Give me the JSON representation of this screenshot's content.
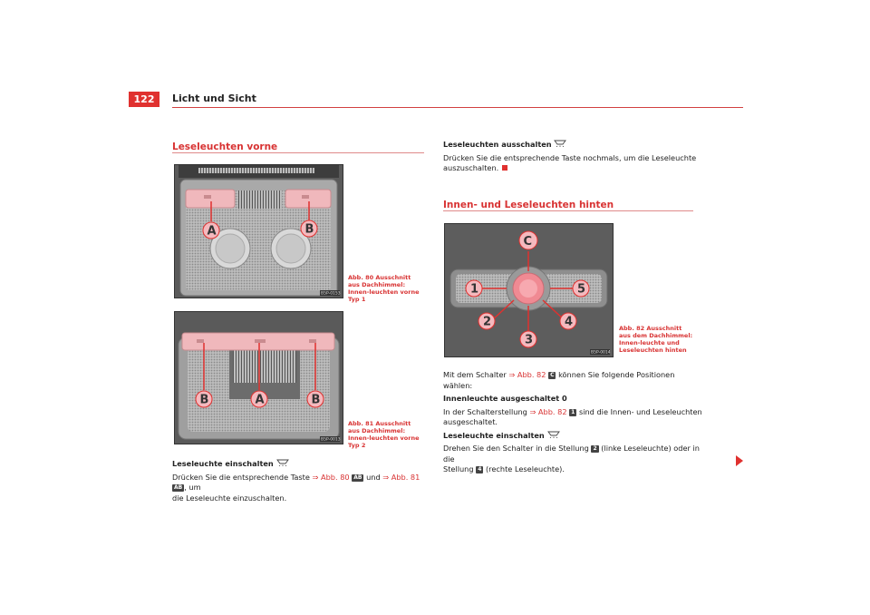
{
  "header": {
    "page_number": "122",
    "title": "Licht und Sicht"
  },
  "left": {
    "section_title": "Leseleuchten vorne",
    "fig80": {
      "caption": "Abb. 80   Ausschnitt aus Dachhimmel: Innen-leuchten vorne Typ 1",
      "code": "B5P-0153",
      "labels": {
        "a": "A",
        "b": "B"
      }
    },
    "fig81": {
      "caption": "Abb. 81   Ausschnitt aus Dachhimmel: Innen-leuchten vorne Typ 2",
      "code": "B5P-0013",
      "labels": {
        "b1": "B",
        "a": "A",
        "b2": "B"
      }
    },
    "text": {
      "heading": "Leseleuchte einschalten",
      "p1": "Drücken Sie die entsprechende Taste",
      "ref1": "⇒ Abb. 80",
      "tag1": "AB",
      "p2": "und",
      "ref2": "⇒ Abb. 81",
      "tag2": "AB",
      "p3": ", um",
      "p4": "die Leseleuchte einzuschalten."
    }
  },
  "right": {
    "top": {
      "heading": "Leseleuchten ausschalten",
      "line1": "Drücken Sie die entsprechende Taste nochmals, um die Leseleuchte",
      "line2": "auszuschalten."
    },
    "section_title": "Innen- und Leseleuchten hinten",
    "fig82": {
      "caption": "Abb. 82   Ausschnitt aus dem Dachhimmel: Innen-leuchte und Leseleuchten hinten",
      "code": "B5P-0014",
      "labels": {
        "c": "C",
        "n1": "1",
        "n2": "2",
        "n3": "3",
        "n4": "4",
        "n5": "5"
      }
    },
    "text": {
      "intro_a": "Mit dem Schalter",
      "intro_ref": "⇒ Abb. 82",
      "intro_tag": "C",
      "intro_b": "können Sie folgende Positionen wählen:",
      "h1": "Innenleuchte ausgeschaltet 0",
      "p1_a": "In der Schalterstellung",
      "p1_ref": "⇒ Abb. 82",
      "p1_tag": "1",
      "p1_b": "sind die Innen- und Leseleuchten",
      "p1_c": "ausgeschaltet.",
      "h2": "Leseleuchte einschalten",
      "p2_a": "Drehen Sie den Schalter in die Stellung",
      "p2_tag1": "2",
      "p2_b": "(linke Leseleuchte) oder in die",
      "p2_c": "Stellung",
      "p2_tag2": "4",
      "p2_d": "(rechte Leseleuchte)."
    }
  },
  "colors": {
    "accent": "#e0312f",
    "dark": "#222222"
  }
}
